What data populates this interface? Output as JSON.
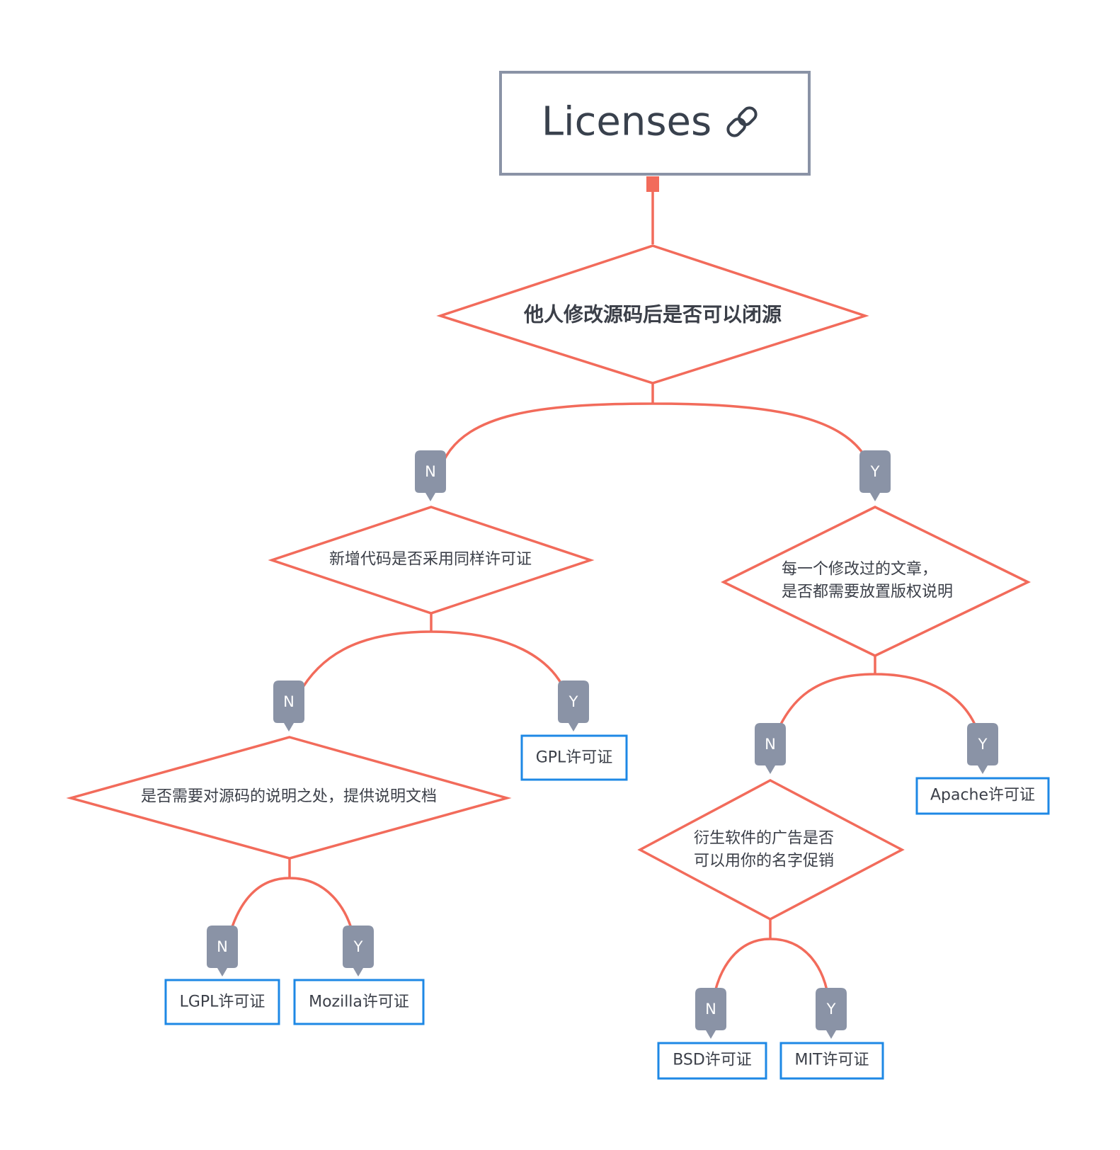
{
  "root": {
    "title": "Licenses",
    "icon": "link-icon"
  },
  "questions": {
    "q1": "他人修改源码后是否可以闭源",
    "q2": "新增代码是否采用同样许可证",
    "q3": [
      "每一个修改过的文章，",
      "是否都需要放置版权说明"
    ],
    "q4": "是否需要对源码的说明之处，提供说明文档",
    "q5": [
      "衍生软件的广告是否",
      "可以用你的名字促销"
    ]
  },
  "tags": {
    "no": "N",
    "yes": "Y"
  },
  "licenses": {
    "gpl": "GPL许可证",
    "apache": "Apache许可证",
    "lgpl": "LGPL许可证",
    "mozilla": "Mozilla许可证",
    "bsd": "BSD许可证",
    "mit": "MIT许可证"
  },
  "colors": {
    "connector": "#f26b5b",
    "root_border": "#8a93a6",
    "tag": "#8a93a6",
    "leaf_border": "#1e88e5",
    "text": "#3b3f48"
  }
}
